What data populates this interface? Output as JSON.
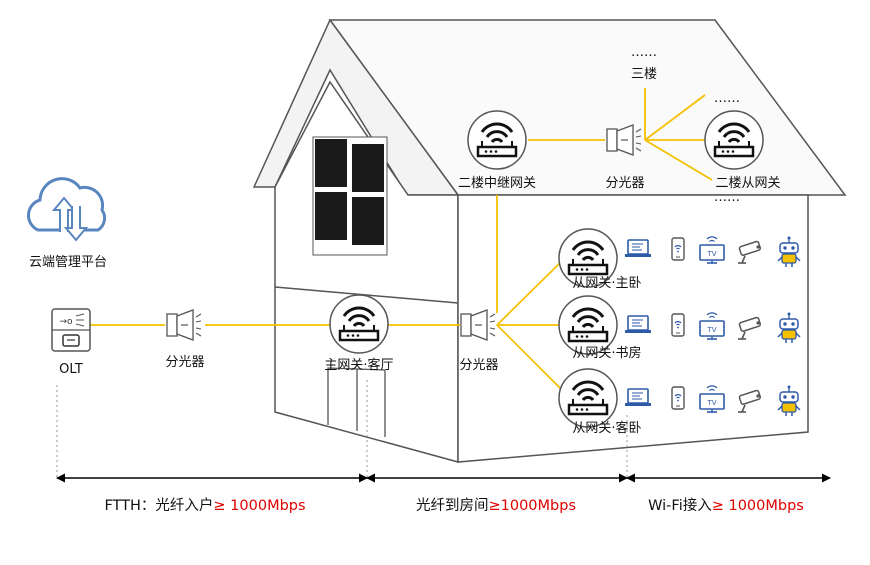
{
  "cloud_label": "云端管理平台",
  "olt_label": "OLT",
  "splitter_label": "分光器",
  "main_gateway_label": "主网关·客厅",
  "relay_gateway_label": "二楼中继网关",
  "sub_gateway_2f_label": "二楼从网关",
  "floor3_label": "三楼",
  "ellipsis": "……",
  "sub_gateways": [
    {
      "label": "从网关·主卧"
    },
    {
      "label": "从网关·书房"
    },
    {
      "label": "从网关·客卧"
    }
  ],
  "device_icons": [
    "laptop-icon",
    "phone-icon",
    "tv-icon",
    "camera-icon",
    "robot-icon"
  ],
  "segments": [
    {
      "name": "FTTH：光纤入户",
      "speed": "≥ 1000Mbps"
    },
    {
      "name": "光纤到房间",
      "speed": "≥1000Mbps"
    },
    {
      "name": "Wi-Fi接入",
      "speed": "≥ 1000Mbps"
    }
  ],
  "colors": {
    "fiber": "#f5c000",
    "house_outline": "#555555",
    "icon_blue": "#2f5aa8",
    "speed_red": "#e00000",
    "cloud_blue": "#5a86c0"
  }
}
